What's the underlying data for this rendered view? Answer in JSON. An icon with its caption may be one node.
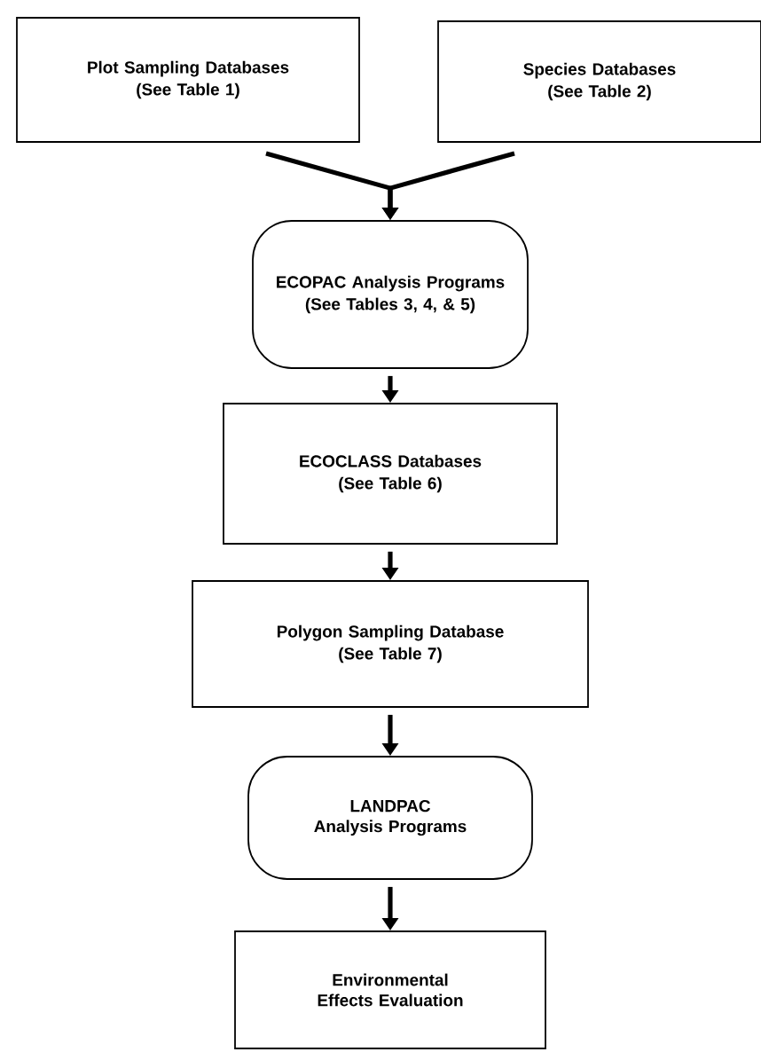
{
  "diagram": {
    "nodes": [
      {
        "text": [
          "Plot Sampling Databases",
          "(See Table 1)"
        ]
      },
      {
        "text": [
          "Species Databases",
          "(See Table 2)"
        ]
      },
      {
        "text": [
          "ECOPAC Analysis Programs",
          "(See Tables 3, 4, & 5)"
        ]
      },
      {
        "text": [
          "ECOCLASS Databases",
          "(See Table 6)"
        ]
      },
      {
        "text": [
          "Polygon Sampling Database",
          "(See Table 7)"
        ]
      },
      {
        "text": [
          "LANDPAC Analysis Programs"
        ]
      },
      {
        "text": [
          "Environmental Effects Evaluation"
        ]
      }
    ],
    "edges": [
      {
        "from": 0,
        "to": 2,
        "arrow": "to"
      },
      {
        "from": 1,
        "to": 2,
        "arrow": "to"
      },
      {
        "from": 2,
        "to": 3,
        "arrow": "to"
      },
      {
        "from": 3,
        "to": 4,
        "arrow": "to"
      },
      {
        "from": 4,
        "to": 5,
        "arrow": "to"
      },
      {
        "from": 5,
        "to": 6,
        "arrow": "to"
      }
    ]
  }
}
